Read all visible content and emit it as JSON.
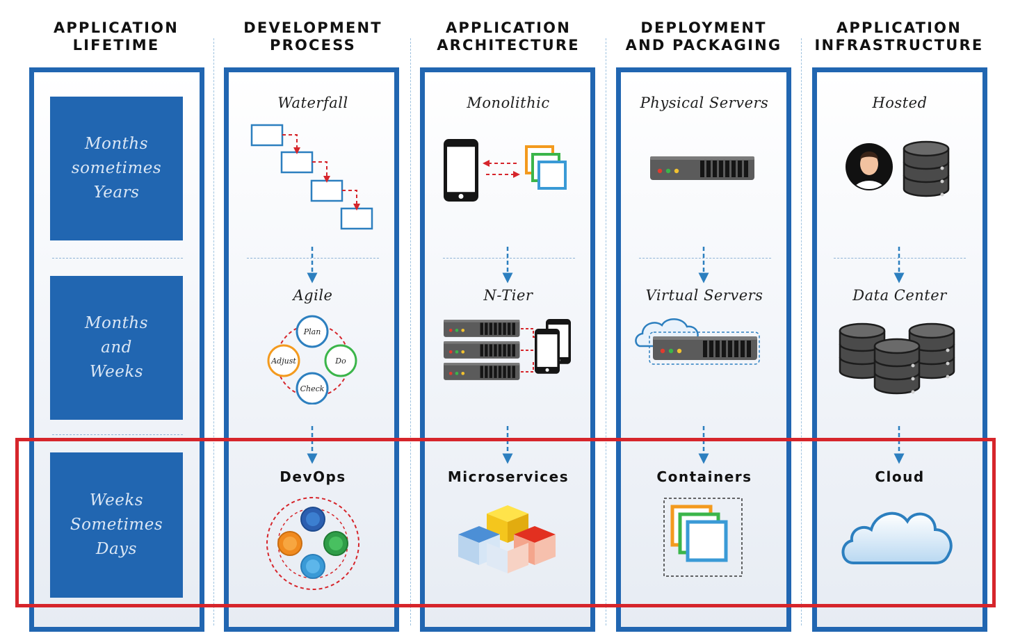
{
  "columns": [
    {
      "title": "APPLICATION\nLIFETIME"
    },
    {
      "title": "DEVELOPMENT\nPROCESS",
      "stages": [
        "Waterfall",
        "Agile",
        "DevOps"
      ]
    },
    {
      "title": "APPLICATION\nARCHITECTURE",
      "stages": [
        "Monolithic",
        "N-Tier",
        "Microservices"
      ]
    },
    {
      "title": "DEPLOYMENT\nAND PACKAGING",
      "stages": [
        "Physical Servers",
        "Virtual Servers",
        "Containers"
      ]
    },
    {
      "title": "APPLICATION\nINFRASTRUCTURE",
      "stages": [
        "Hosted",
        "Data Center",
        "Cloud"
      ]
    }
  ],
  "lifetime": [
    "Months\nsometimes\nYears",
    "Months\nand\nWeeks",
    "Weeks\nSometimes\nDays"
  ],
  "agile_cycle": [
    "Plan",
    "Do",
    "Check",
    "Adjust"
  ],
  "colors": {
    "frame_blue": "#2166b1",
    "highlight_red": "#d6252b",
    "arrow_blue": "#2c7fbf",
    "dashed_red": "#d6252b"
  },
  "icons": {
    "waterfall": "waterfall-steps-icon",
    "agile": "agile-cycle-icon",
    "devops": "devops-cycle-icon",
    "monolithic": "phone-to-monolith-icon",
    "n_tier": "server-stack-to-phones-icon",
    "microservices": "cubes-icon",
    "physical_servers": "server-rack-icon",
    "virtual_servers": "cloud-server-icon",
    "containers": "container-stack-icon",
    "hosted": "person-and-database-icon",
    "data_center": "database-cluster-icon",
    "cloud": "cloud-icon"
  }
}
